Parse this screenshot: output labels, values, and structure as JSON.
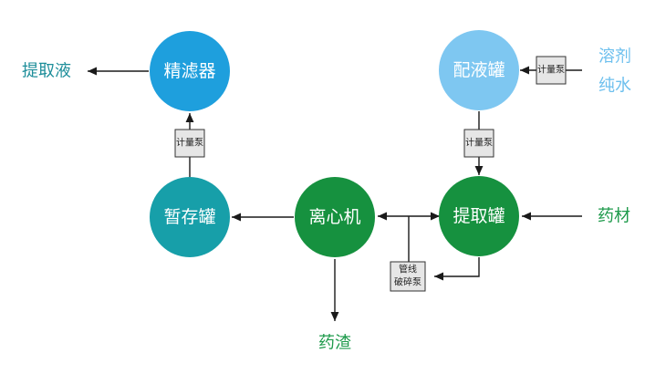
{
  "colors": {
    "blue": "#1E9FDD",
    "light_blue": "#7EC7F1",
    "teal": "#179FA9",
    "green": "#16913F",
    "green_text": "#1E9A4B",
    "teal_text": "#1E8E9A",
    "light_blue_text": "#6EC0EE",
    "line": "#1a1a1a"
  },
  "nodes": {
    "fine_filter": "精滤器",
    "dosing_tank": "配液罐",
    "temp_tank": "暂存罐",
    "centrifuge": "离心机",
    "extraction_tank": "提取罐"
  },
  "labels": {
    "extract_liquid": "提取液",
    "solvent": "溶剂",
    "pure_water": "纯水",
    "herbs": "药材",
    "residue": "药渣"
  },
  "pumps": {
    "meter_pump": "计量泵",
    "pipeline_crusher_line1": "管线",
    "pipeline_crusher_line2": "破碎泵"
  }
}
